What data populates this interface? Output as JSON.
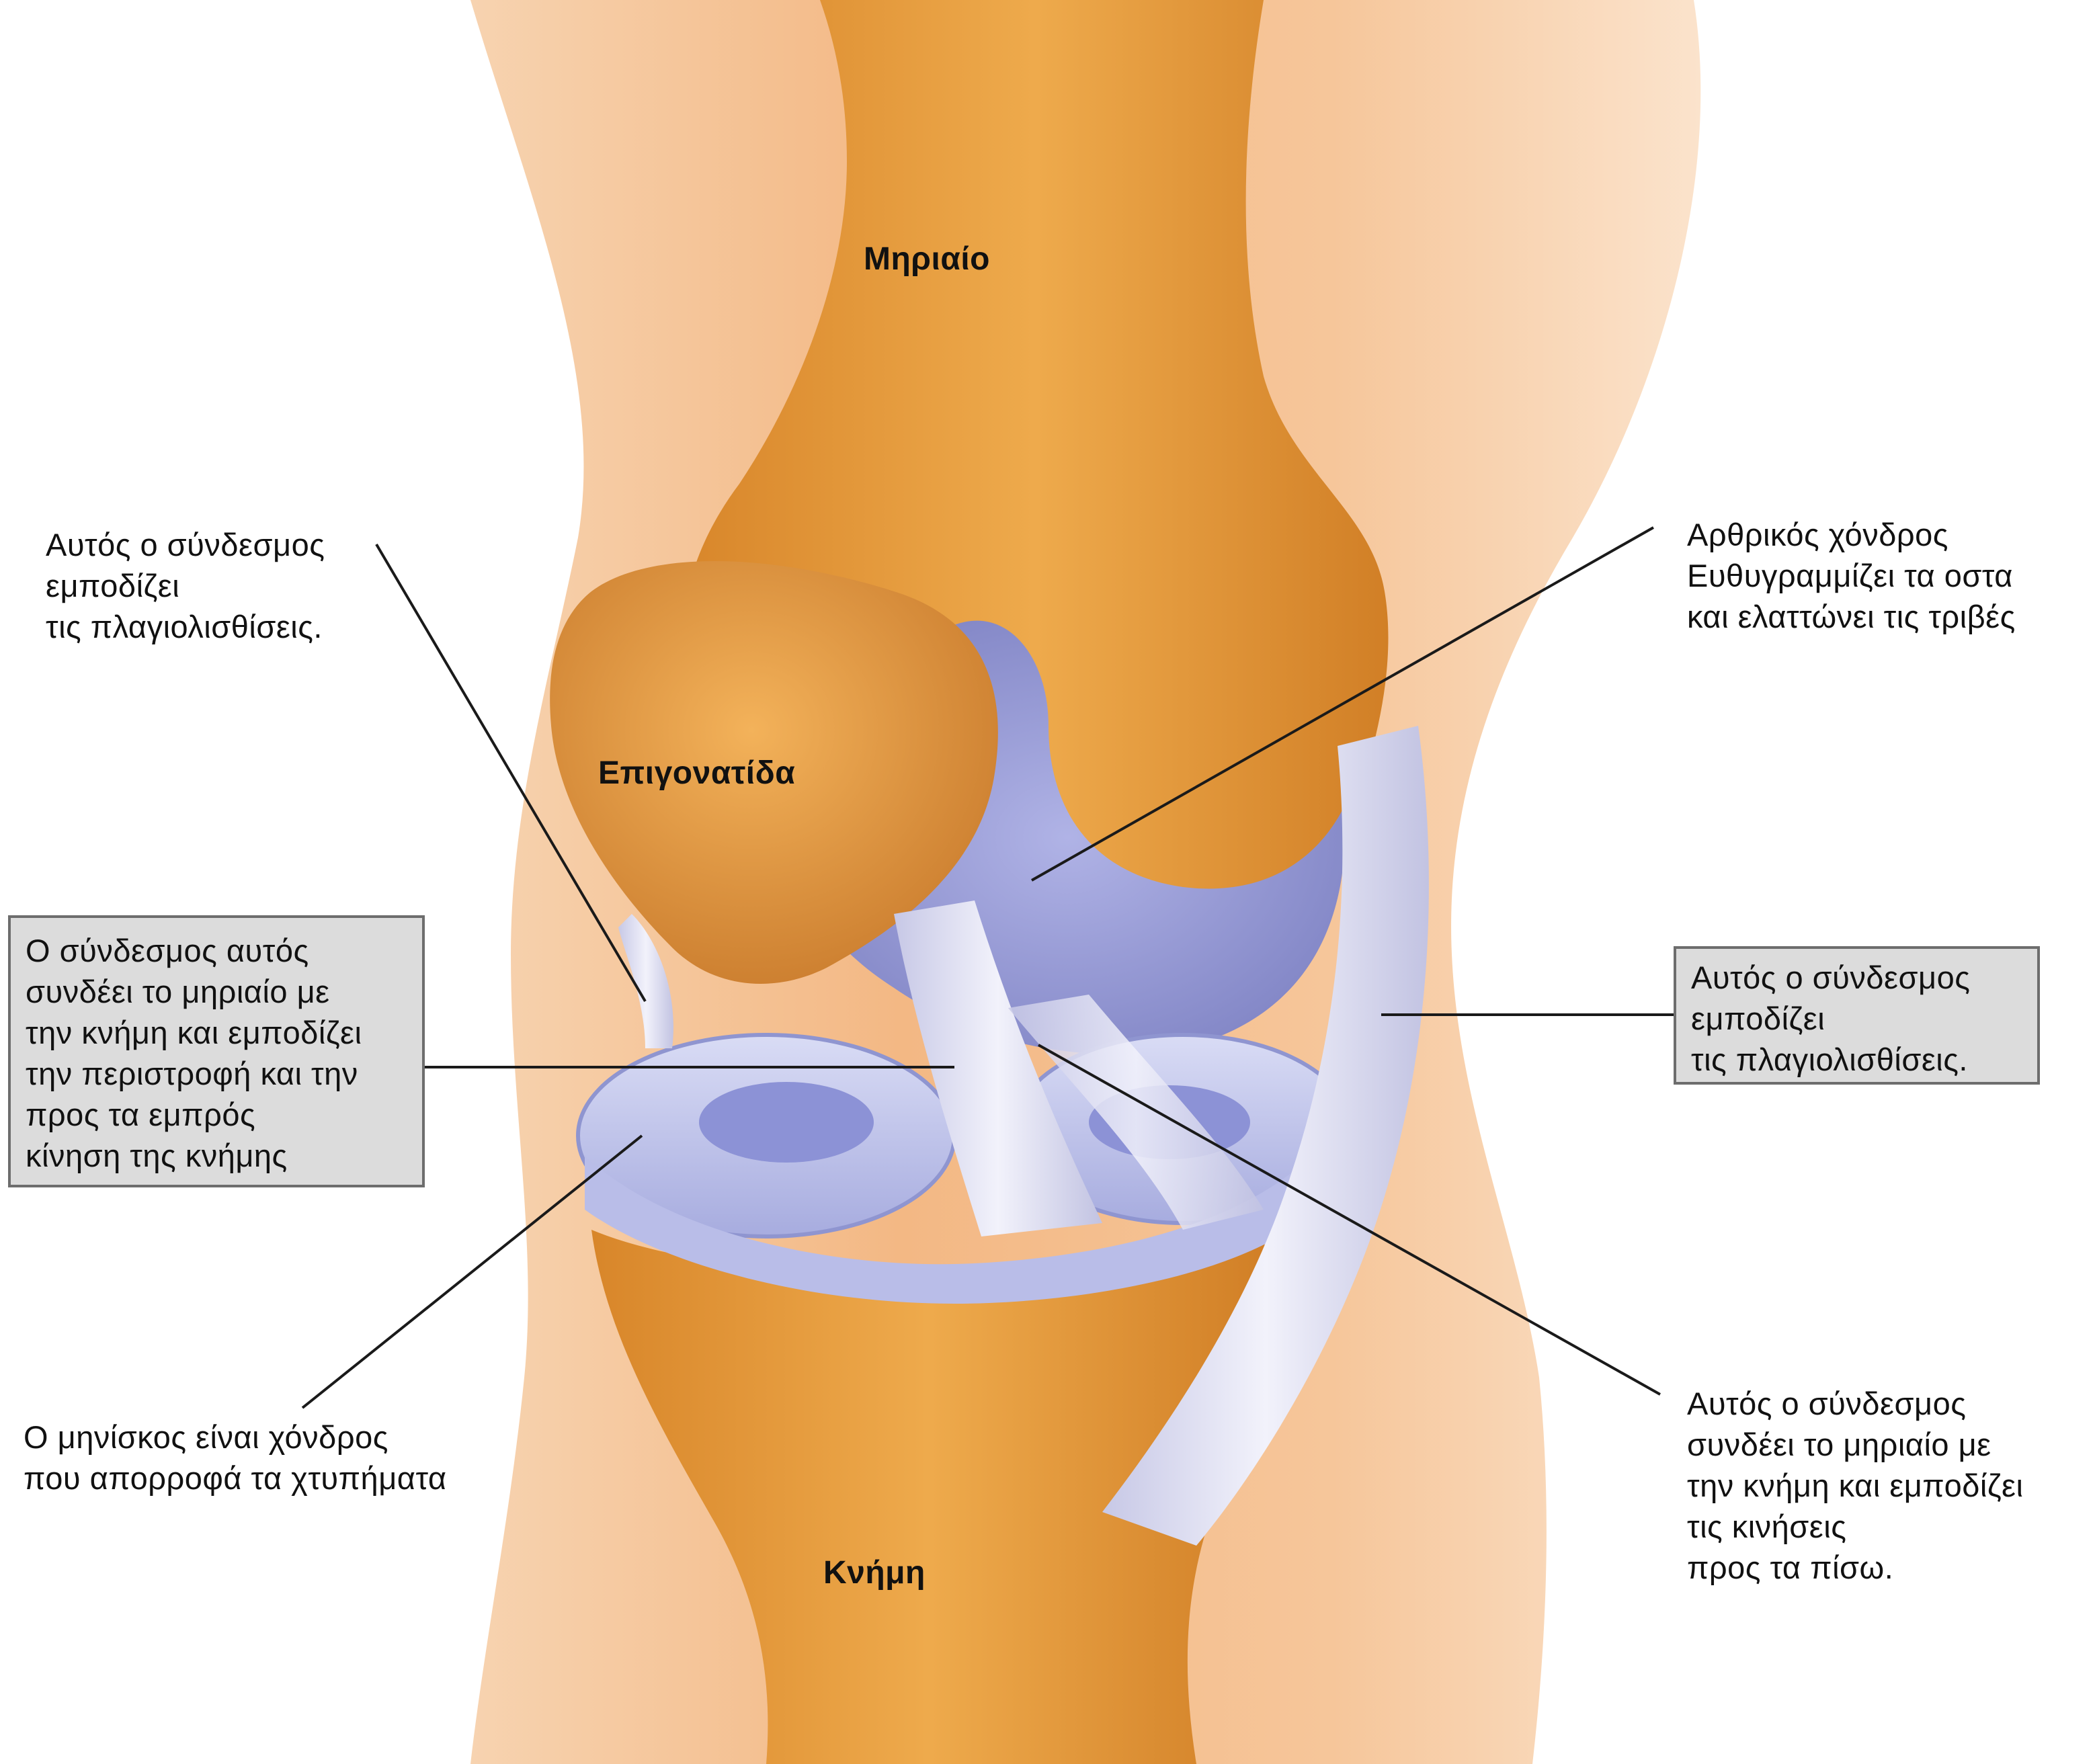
{
  "bone_labels": {
    "femur": "Μηριαίο",
    "patella": "Επιγονατίδα",
    "tibia": "Κνήμη"
  },
  "annotations": {
    "lateral_ligament_left": "Αυτός ο σύνδεσμος\nεμποδίζει\nτις πλαγιολισθίσεις.",
    "articular_cartilage": "Αρθρικός χόνδρος\nΕυθυγραμμίζει τα οστα\nκαι ελαττώνει τις τριβές",
    "anterior_cruciate": "Ο σύνδεσμος αυτός\nσυνδέει το μηριαίο με\nτην κνήμη και εμποδίζει\nτην περιστροφή και την\nπρος τα εμπρός\nκίνηση της κνήμης",
    "medial_ligament_right": "Αυτός ο σύνδεσμος\nεμποδίζει\nτις πλαγιολισθίσεις.",
    "meniscus": "Ο μηνίσκος είναι χόνδρος\nπου απορροφά τα χτυπήματα",
    "posterior_cruciate": "Αυτός ο σύνδεσμος\nσυνδέει το μηριαίο με\nτην κνήμη και εμποδίζει\nτις κινήσεις\nπρος τα πίσω."
  },
  "colors": {
    "background": "#ffffff",
    "skin": "#f6c79b",
    "bone": "#e59a3a",
    "bone_shade": "#c4741f",
    "cartilage": "#9a9dd6",
    "ligament": "#dcdcf2",
    "meniscus": "#c6cbee",
    "leader_line": "#1a1a1a",
    "label_box": "#dcdcdc"
  }
}
